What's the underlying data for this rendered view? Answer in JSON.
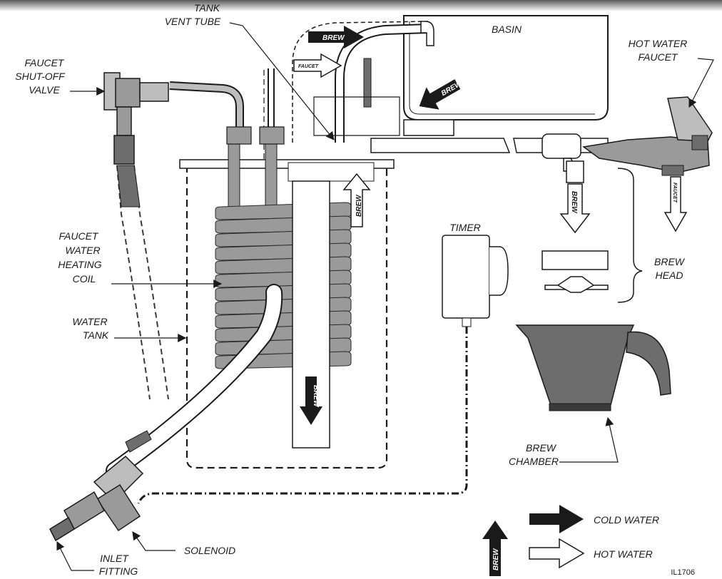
{
  "labels": {
    "tank_vent_tube": [
      "TANK",
      "VENT TUBE"
    ],
    "basin": "BASIN",
    "hot_water_faucet": [
      "HOT WATER",
      "FAUCET"
    ],
    "faucet_shutoff_valve": [
      "FAUCET",
      "SHUT-OFF",
      "VALVE"
    ],
    "faucet_water_heating_coil": [
      "FAUCET",
      "WATER",
      "HEATING",
      "COIL"
    ],
    "water_tank": [
      "WATER",
      "TANK"
    ],
    "timer": "TIMER",
    "brew_head": [
      "BREW",
      "HEAD"
    ],
    "brew_chamber": [
      "BREW",
      "CHAMBER"
    ],
    "solenoid": "SOLENOID",
    "inlet_fitting": [
      "INLET",
      "FITTING"
    ]
  },
  "flow_arrows": {
    "brew": "BREW",
    "faucet": "FAUCET"
  },
  "legend": {
    "cold_water": "COLD WATER",
    "hot_water": "HOT WATER",
    "brew": "BREW"
  },
  "figure_id": "IL1706"
}
